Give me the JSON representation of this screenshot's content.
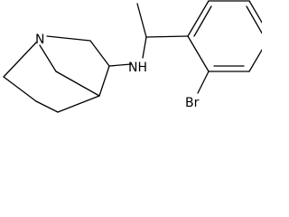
{
  "molecule": {
    "atoms": {
      "bridgehead_nitrogen": "N",
      "amine_nh": "NH",
      "bromine": "Br"
    },
    "colors": {
      "background": "#ffffff",
      "ink": "#000000"
    }
  }
}
